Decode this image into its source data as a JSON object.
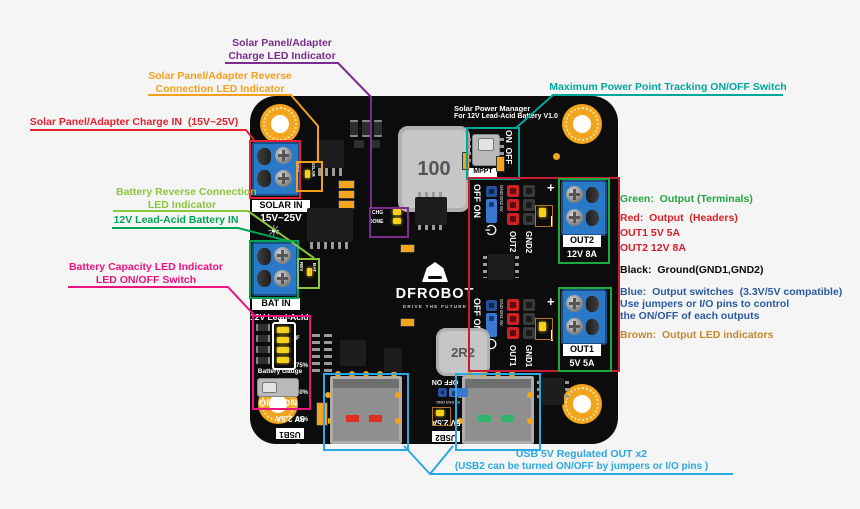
{
  "callouts": {
    "charge_led": {
      "line1": "Solar Panel/Adapter",
      "line2": "Charge LED Indicator",
      "color": "#7b2d8e"
    },
    "reverse_led": {
      "line1": "Solar Panel/Adapter Reverse",
      "line2": "Connection LED Indicator",
      "color": "#f5a01b"
    },
    "charge_in": {
      "line1": "Solar Panel/Adapter Charge IN  (15V~25V)",
      "color": "#e8212f"
    },
    "mppt_switch": {
      "line1": "Maximum Power Point Tracking ON/OFF Switch",
      "color": "#00a79b"
    },
    "battery_reverse": {
      "line1": "Battery Reverse Connection",
      "line2": "LED Indicator",
      "color": "#8cc63f"
    },
    "battery_in": {
      "line1": "12V Lead-Acid Battery IN",
      "color": "#00a551"
    },
    "battery_gauge": {
      "line1": "Battery Capacity LED Indicator",
      "line2": "LED ON/OFF Switch",
      "color": "#ec137e"
    },
    "usb_out": {
      "line1": "USB 5V Regulated OUT x2",
      "line2": "(USB2 can be turned ON/OFF by jumpers or I/O pins )",
      "color": "#29a9e1"
    }
  },
  "legend": {
    "green": "Green:  Output (Terminals)",
    "red1": "Red:  Output  (Headers)",
    "red2": "OUT1 5V 5A",
    "red3": "OUT2 12V 8A",
    "black": "Black:  Ground(GND1,GND2)",
    "blue1": "Blue:  Output switches  (3.3V/5V compatible)",
    "blue2": "Use jumpers or I/O pins to control",
    "blue3": "the ON/OFF of each outputs",
    "brown": "Brown:  Output LED indicators"
  },
  "board": {
    "title1": "Solar Power Manager",
    "title2": "For 12V Lead-Acid Battery V1.0",
    "mppt": {
      "switch_label": "ON  OFF",
      "label": "MPPT"
    },
    "solar": {
      "label": "SOLAR IN",
      "range": "15V~25V",
      "rev": "REV",
      "name": "SOLAR",
      "sun_icon": "☀"
    },
    "battery": {
      "label": "BAT IN",
      "type": "12V Lead-Acid",
      "rev": "REV",
      "name": "BAT"
    },
    "charge_leds": {
      "chg": "CHG",
      "done": "DONE"
    },
    "inductor_main": "100",
    "inductor_small": "2R2",
    "gauge": {
      "full": "F",
      "p75": "75%",
      "p50": "50%",
      "p25": "25%",
      "empty": "E",
      "label": "Battery Gauge",
      "switch_label": "OFF  ON"
    },
    "out2": {
      "switch_label": "OFF ON",
      "jumper_labels": "GND EN2 5V",
      "header_out": "OUT2",
      "header_gnd": "GND2",
      "plus": "+",
      "term_label": "OUT2",
      "term_rating": "12V 8A"
    },
    "out1": {
      "switch_label": "OFF ON",
      "jumper_labels": "GND EN1 5V",
      "header_out": "OUT1",
      "header_gnd": "GND1",
      "plus": "+",
      "term_label": "OUT1",
      "term_rating": "5V 5A"
    },
    "usb1": {
      "label": "USB1",
      "rating": "5V 2.5A"
    },
    "usb2": {
      "label": "USB2",
      "rating": "5V 2.5A",
      "switch_label": "OFF ON",
      "jumper_labels": "5V EN3 GND"
    },
    "logo": {
      "name": "DFROBOT",
      "tagline": "DRIVE THE FUTURE"
    }
  }
}
